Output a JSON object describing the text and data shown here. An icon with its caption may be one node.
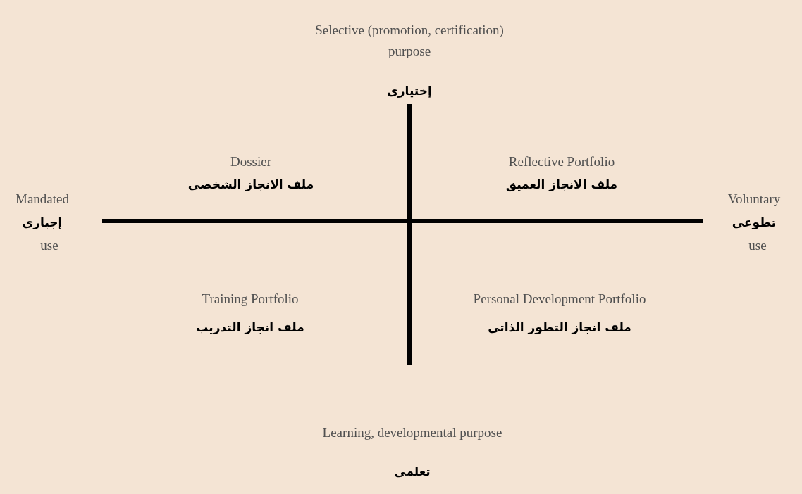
{
  "diagram": {
    "labels": [
      "Selective (promotion, certification) purpose",
      "إختيارى",
      "Dossier",
      "ملف الانجاز الشخصى",
      "Reflective Portfolio",
      "ملف الانجاز العميق",
      "Mandated",
      "إجبارى",
      "use",
      "Voluntary",
      "تطوعى",
      "use",
      "Training Portfolio",
      "ملف انجاز التدريب",
      "Personal Development Portfolio",
      "ملف انجاز التطور الذاتى",
      "Learning, developmental purpose",
      "تعلمى"
    ]
  }
}
